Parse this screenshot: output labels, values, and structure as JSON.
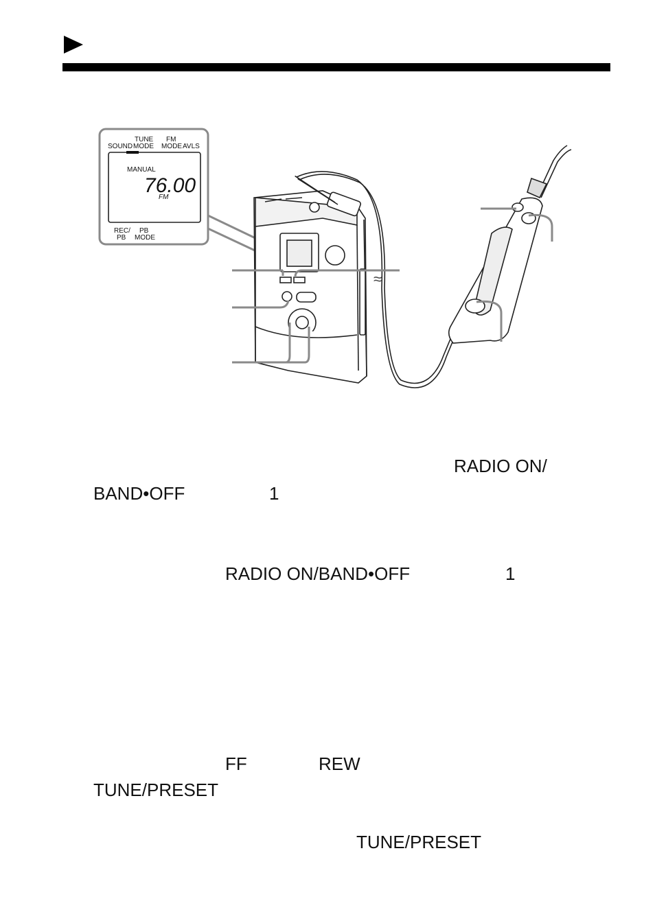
{
  "display": {
    "labels_top": [
      "SOUND",
      "TUNE MODE",
      "FM MODE",
      "AVLS"
    ],
    "tune_label_line1": "TUNE",
    "tune_label_line2": "MODE",
    "fm_label_line1": "FM",
    "fm_label_line2": "MODE",
    "sound_label": "SOUND",
    "avls_label": "AVLS",
    "mode_text": "MANUAL",
    "frequency": "76.00",
    "band": "FM",
    "rec_label_line1": "REC/",
    "rec_label_line2": "PB",
    "pbmode_label_line1": "PB",
    "pbmode_label_line2": "MODE"
  },
  "text": {
    "line1_term": "RADIO ON/",
    "line2_term": "BAND•OFF",
    "line2_num": "1",
    "line3_term": "RADIO ON/BAND•OFF",
    "line3_num": "1",
    "line4_ff": "FF",
    "line4_rew": "REW",
    "line5_term": "TUNE/PRESET",
    "line6_term": "TUNE/PRESET"
  },
  "colors": {
    "callout_gray": "#8a8a8a",
    "rule": "#000000"
  }
}
